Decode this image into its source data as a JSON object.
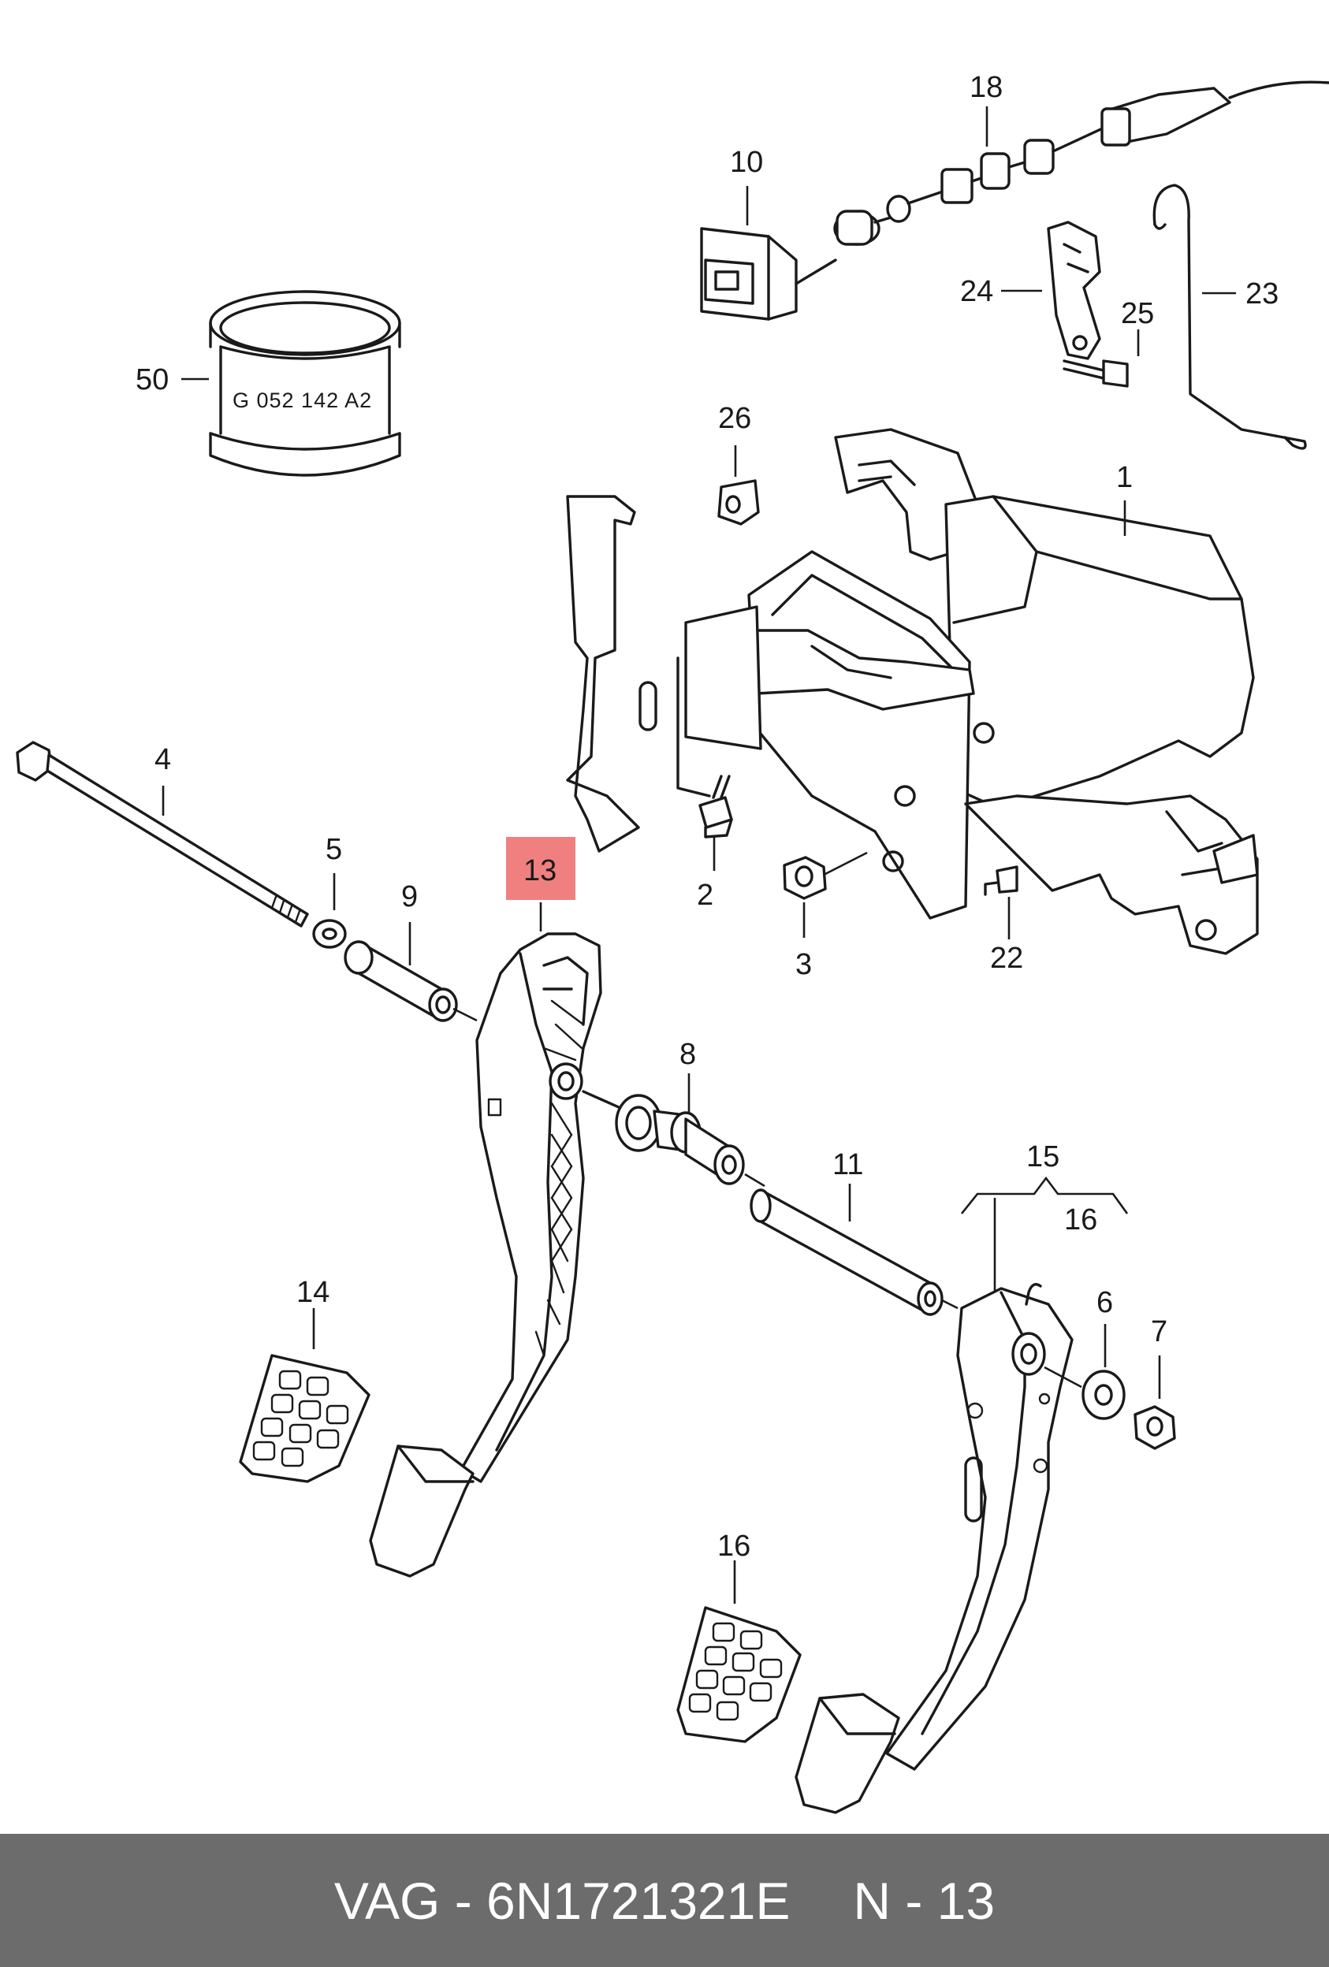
{
  "diagram": {
    "callouts": {
      "c1": "1",
      "c2": "2",
      "c3": "3",
      "c4": "4",
      "c5": "5",
      "c6": "6",
      "c7": "7",
      "c8": "8",
      "c9": "9",
      "c10": "10",
      "c11": "11",
      "c13": "13",
      "c14": "14",
      "c15": "15",
      "c16a": "16",
      "c16b": "16",
      "c18": "18",
      "c22": "22",
      "c23": "23",
      "c24": "24",
      "c25": "25",
      "c26": "26",
      "c50": "50"
    },
    "highlighted_callout": "13",
    "highlight_color": "#f08080",
    "part_stamp": "G 052 142 A2"
  },
  "footer": {
    "brand_part": "VAG - 6N1721321E",
    "position": "N - 13",
    "background": "#6c6c6c"
  }
}
